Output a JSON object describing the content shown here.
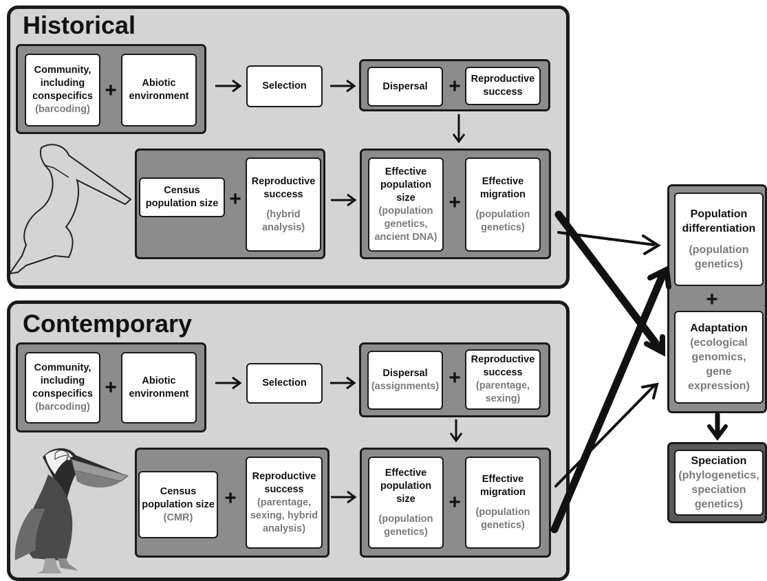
{
  "historical": {
    "title": "Historical",
    "community": {
      "main": "Community, including conspecifics",
      "method": "(barcoding)"
    },
    "abiotic": {
      "main": "Abiotic environment"
    },
    "selection": {
      "main": "Selection"
    },
    "dispersal": {
      "main": "Dispersal"
    },
    "repro_top": {
      "main": "Reproductive success"
    },
    "census": {
      "main": "Census population size"
    },
    "repro_bottom": {
      "main": "Reproductive success",
      "method": "(hybrid analysis)"
    },
    "eff_pop": {
      "main": "Effective population size",
      "method": "(population genetics, ancient DNA)"
    },
    "eff_mig": {
      "main": "Effective migration",
      "method": "(population genetics)"
    }
  },
  "contemporary": {
    "title": "Contemporary",
    "community": {
      "main": "Community, including conspecifics",
      "method": "(barcoding)"
    },
    "abiotic": {
      "main": "Abiotic environment"
    },
    "selection": {
      "main": "Selection"
    },
    "dispersal": {
      "main": "Dispersal",
      "method": "(assignments)"
    },
    "repro_top": {
      "main": "Reproductive success",
      "method": "(parentage, sexing)"
    },
    "census": {
      "main": "Census population size",
      "method": "(CMR)"
    },
    "repro_bottom": {
      "main": "Reproductive success",
      "method": "(parentage, sexing, hybrid analysis)"
    },
    "eff_pop": {
      "main": "Effective population size",
      "method": "(population genetics)"
    },
    "eff_mig": {
      "main": "Effective migration",
      "method": "(population genetics)"
    }
  },
  "outcomes": {
    "differentiation": {
      "main": "Population differentiation",
      "method": "(population genetics)"
    },
    "adaptation": {
      "main": "Adaptation",
      "method": "(ecological genomics, gene expression)"
    },
    "speciation": {
      "main": "Speciation",
      "method": "(phylogenetics, speciation genetics)"
    }
  },
  "plus_symbol": "+",
  "colors": {
    "panel_fill": "#d4d4d4",
    "group_fill": "#8c8c8c",
    "speciation_group_fill": "#5a5a5a",
    "method_text": "#7a7a7a",
    "border": "#1a1a1a"
  },
  "icons": [
    "pelican-outline-icon",
    "pelican-illustration-icon"
  ]
}
